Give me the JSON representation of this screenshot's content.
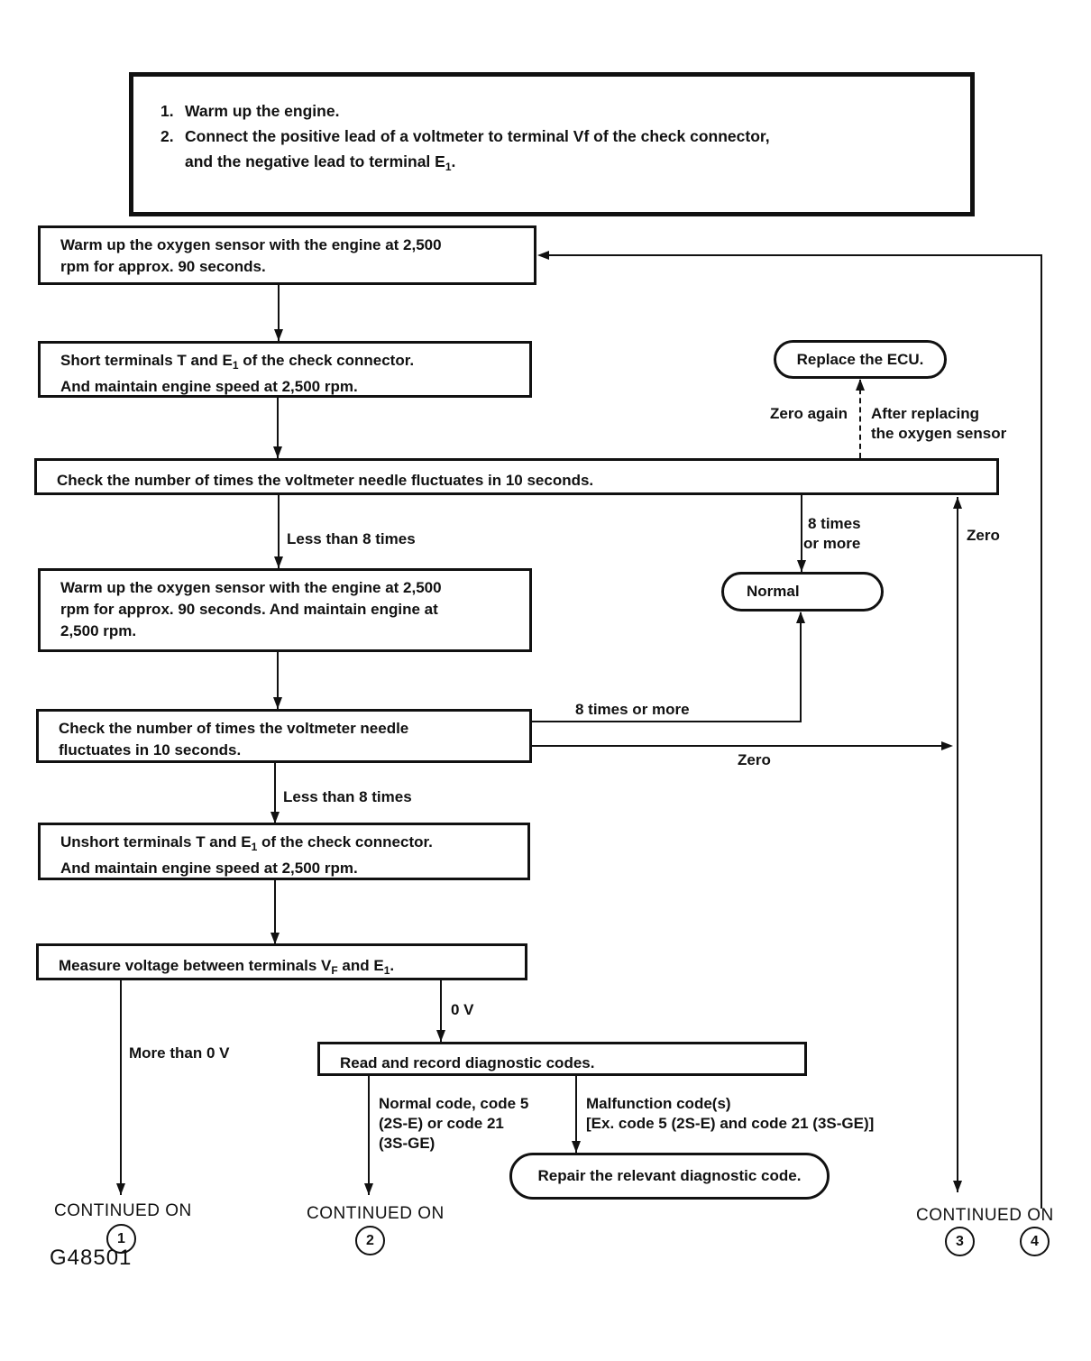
{
  "colors": {
    "ink": "#111111",
    "paper": "#ffffff"
  },
  "instructions": {
    "item1_num": "1.",
    "item1_text": "Warm up the engine.",
    "item2_num": "2.",
    "item2_line1": "Connect the positive lead of a voltmeter to terminal Vf of the check connector,",
    "item2_line2a": "and the negative lead to terminal E",
    "item2_sub": "1",
    "item2_line2b": "."
  },
  "boxes": {
    "warmup1": {
      "lines": [
        "Warm up the oxygen sensor with the engine at 2,500",
        "rpm for approx. 90 seconds."
      ]
    },
    "short": {
      "line1": {
        "a": "Short terminals T and E",
        "sub": "1",
        "b": "  of the check connector."
      },
      "line2": "And maintain engine speed at 2,500 rpm."
    },
    "check1": {
      "line": "Check the number of times the voltmeter needle fluctuates in 10 seconds."
    },
    "warmup2": {
      "lines": [
        "Warm up the oxygen sensor with the engine at 2,500",
        "rpm for approx. 90 seconds.  And maintain engine at",
        "2,500 rpm."
      ]
    },
    "check2": {
      "lines": [
        "Check the number of times the voltmeter needle",
        "fluctuates in 10 seconds."
      ]
    },
    "unshort": {
      "line1": {
        "a": "Unshort terminals T and E",
        "sub": "1",
        "b": "  of the check connector."
      },
      "line2": "And maintain engine speed at 2,500 rpm."
    },
    "measure": {
      "a": "Measure voltage between terminals V",
      "sub1": "F",
      "b": " and E",
      "sub2": "1",
      "c": "."
    },
    "read": {
      "line": "Read and record diagnostic codes."
    }
  },
  "ovals": {
    "replace_ecu": "Replace the ECU.",
    "normal": "Normal",
    "repair": "Repair the relevant diagnostic code."
  },
  "labels": {
    "less_than_8_first": "Less than 8 times",
    "eight_times_l1": "8 times",
    "eight_times_l2": "or more",
    "zero_right": "Zero",
    "zero_again": "Zero again",
    "after_replacing_l1": "After replacing",
    "after_replacing_l2": "the oxygen sensor",
    "eight_times_or_more": "8 times or more",
    "zero_mid": "Zero",
    "less_than_8_second": "Less than 8 times",
    "more_than_0v": "More than 0 V",
    "zero_v": "0 V",
    "normal_code_l1": "Normal code, code 5",
    "normal_code_l2": "(2S-E) or code 21",
    "normal_code_l3": "(3S-GE)",
    "malfunction_l1": "Malfunction code(s)",
    "malfunction_l2": "[Ex. code 5 (2S-E) and code 21 (3S-GE)]"
  },
  "continued": {
    "label": "CONTINUED ON",
    "n1": "1",
    "n2": "2",
    "n3": "3",
    "n4": "4"
  },
  "figure_id": "G48501"
}
